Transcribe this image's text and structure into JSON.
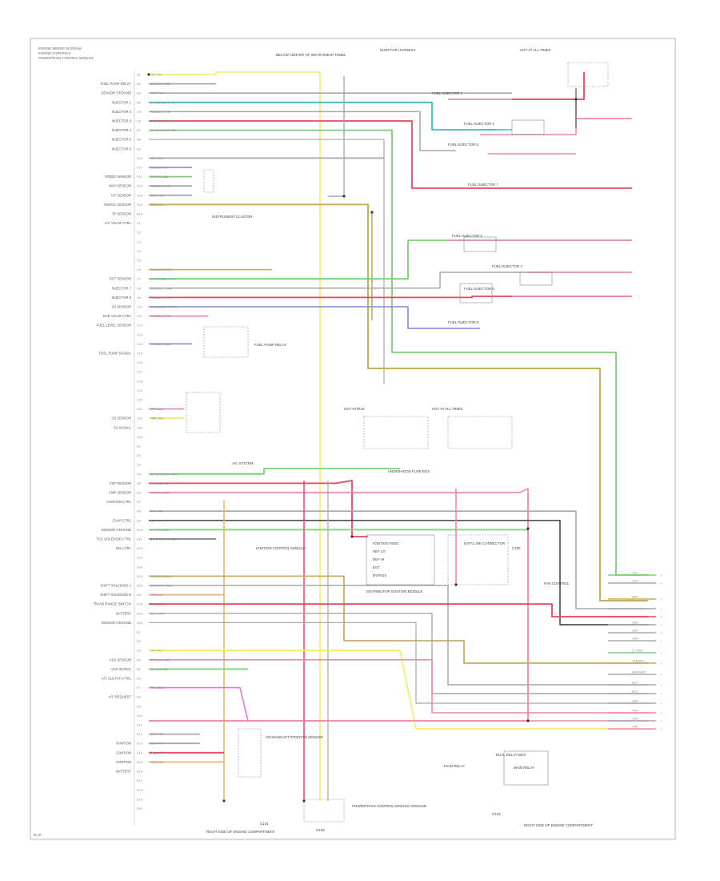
{
  "header": {
    "line1": "ENGINE WIRING DIAGRAM",
    "line2": "ENGINE CONTROLS",
    "line3": "POWERTRAIN CONTROL MODULE"
  },
  "footer": {
    "code": "N-10"
  },
  "colors": {
    "yellow": "#f2ec6a",
    "pink": "#f08aa6",
    "red": "#e8485c",
    "gray": "#a8a8a8",
    "dkgray": "#6e6e6e",
    "teal": "#39bfc0",
    "green": "#79d077",
    "tan": "#c8ad62",
    "blue": "#8f97e6",
    "orange": "#f2b36e",
    "magenta": "#e07ad8",
    "black": "#333333"
  },
  "left_labels": [
    {
      "row": 1,
      "text": "FUEL PUMP RELAY"
    },
    {
      "row": 2,
      "text": "SENSOR GROUND"
    },
    {
      "row": 3,
      "text": "INJECTOR 1"
    },
    {
      "row": 4,
      "text": "INJECTOR 2"
    },
    {
      "row": 5,
      "text": "INJECTOR 3"
    },
    {
      "row": 6,
      "text": "INJECTOR 4"
    },
    {
      "row": 7,
      "text": "INJECTOR 5"
    },
    {
      "row": 8,
      "text": "INJECTOR 6"
    },
    {
      "row": 11,
      "text": "SPEED SENSOR"
    },
    {
      "row": 12,
      "text": "MAP SENSOR"
    },
    {
      "row": 13,
      "text": "IAT SENSOR"
    },
    {
      "row": 14,
      "text": "KNOCK SENSOR"
    },
    {
      "row": 15,
      "text": "TP SENSOR"
    },
    {
      "row": 16,
      "text": "IAC VALVE CTRL"
    },
    {
      "row": 22,
      "text": "ECT SENSOR"
    },
    {
      "row": 23,
      "text": "INJECTOR 7"
    },
    {
      "row": 24,
      "text": "INJECTOR 8"
    },
    {
      "row": 25,
      "text": "O2 SENSOR"
    },
    {
      "row": 26,
      "text": "EGR VALVE CTRL"
    },
    {
      "row": 27,
      "text": "FUEL LEVEL SENSOR"
    },
    {
      "row": 30,
      "text": "FUEL PUMP SIGNAL"
    },
    {
      "row": 37,
      "text": "O2 SENSOR"
    },
    {
      "row": 38,
      "text": "O2 SIGNAL"
    },
    {
      "row": 44,
      "text": "CKP SENSOR"
    },
    {
      "row": 45,
      "text": "CMP SENSOR"
    },
    {
      "row": 46,
      "text": "IGNITION CTRL"
    },
    {
      "row": 48,
      "text": "EVAP CTRL"
    },
    {
      "row": 49,
      "text": "SENSOR GROUND"
    },
    {
      "row": 50,
      "text": "TCC SOLENOID CTRL"
    },
    {
      "row": 51,
      "text": "MIL CTRL"
    },
    {
      "row": 55,
      "text": "SHIFT SOLENOID A"
    },
    {
      "row": 56,
      "text": "SHIFT SOLENOID B"
    },
    {
      "row": 57,
      "text": "TRANS RANGE SWITCH"
    },
    {
      "row": 58,
      "text": "BATTERY"
    },
    {
      "row": 59,
      "text": "SENSOR GROUND"
    },
    {
      "row": 63,
      "text": "VSS SENSOR"
    },
    {
      "row": 64,
      "text": "VSS SIGNAL"
    },
    {
      "row": 65,
      "text": "A/C CLUTCH CTRL"
    },
    {
      "row": 67,
      "text": "A/C REQUEST"
    },
    {
      "row": 72,
      "text": "IGNITION"
    },
    {
      "row": 73,
      "text": "IGNITION"
    },
    {
      "row": 74,
      "text": "IGNITION"
    },
    {
      "row": 75,
      "text": "BATTERY"
    }
  ],
  "wire_codes": [
    {
      "row": 0,
      "text": "YEL 470"
    },
    {
      "row": 1,
      "text": "BLK/WHT 452"
    },
    {
      "row": 2,
      "text": "GRY 416"
    },
    {
      "row": 3,
      "text": "LT BLU/BLK 1746"
    },
    {
      "row": 4,
      "text": "TAN/BLK 1745"
    },
    {
      "row": 5,
      "text": "PNK/BLK 1747"
    },
    {
      "row": 6,
      "text": "DK GRN/WHT 465"
    },
    {
      "row": 9,
      "text": "GRY 420"
    },
    {
      "row": 10,
      "text": "DK BLU 496"
    },
    {
      "row": 11,
      "text": "DK GRN 635"
    },
    {
      "row": 12,
      "text": "TAN/BLK 1710"
    },
    {
      "row": 13,
      "text": "WHT 121"
    },
    {
      "row": 14,
      "text": "BRN 419"
    },
    {
      "row": 21,
      "text": "TAN/WHT 1787"
    },
    {
      "row": 22,
      "text": "LT GRN/BLK 1744"
    },
    {
      "row": 23,
      "text": "BLK/WHT 1748"
    },
    {
      "row": 24,
      "text": "PNK/BLK 1744"
    },
    {
      "row": 25,
      "text": "DK BLU/WHT 1743"
    },
    {
      "row": 26,
      "text": "PNK/BLU 1749"
    },
    {
      "row": 29,
      "text": "PNK/BLU 1589"
    },
    {
      "row": 36,
      "text": "PPL 1161"
    },
    {
      "row": 37,
      "text": "TAN 1162"
    },
    {
      "row": 43,
      "text": "DK GRN/WHT 1804"
    },
    {
      "row": 44,
      "text": "PNK/BLK 639"
    },
    {
      "row": 45,
      "text": "PNK/BLU 639"
    },
    {
      "row": 47,
      "text": "GRY 429"
    },
    {
      "row": 48,
      "text": "BLK 1749"
    },
    {
      "row": 49,
      "text": "LT GRN 1222"
    },
    {
      "row": 50,
      "text": "DK GRN/WHT 1227"
    },
    {
      "row": 54,
      "text": "YEL/BLK 1223"
    },
    {
      "row": 55,
      "text": "BRN/WHT 1222"
    },
    {
      "row": 56,
      "text": "ORN 340"
    },
    {
      "row": 57,
      "text": "RED 1228"
    },
    {
      "row": 58,
      "text": "BLK 1709"
    },
    {
      "row": 62,
      "text": "YEL 401"
    },
    {
      "row": 63,
      "text": "PPL/WHT 400"
    },
    {
      "row": 64,
      "text": "DK GRN 459"
    },
    {
      "row": 66,
      "text": "PPL 1360"
    },
    {
      "row": 71,
      "text": "GRY 473"
    },
    {
      "row": 72,
      "text": "GRY 474"
    },
    {
      "row": 73,
      "text": "RED 440"
    },
    {
      "row": 74,
      "text": "ORN 340"
    }
  ],
  "right_labels": [
    "YEL",
    "GRY",
    "BRN",
    "",
    "",
    "RED",
    "GRY",
    "WHT",
    "LT GRN",
    "TAN/BLK",
    "BRN/WHT",
    "BLK",
    "BLK",
    "GRY",
    "PNK",
    "GRY",
    "PNK"
  ],
  "callouts": [
    {
      "id": "injector-harness-top",
      "text": "INJECTOR HARNESS"
    },
    {
      "id": "instrument-cluster",
      "text": "INSTRUMENT CLUSTER"
    },
    {
      "id": "top-fuse-note",
      "text": "BELOW CENTER OF INSTRUMENT PANEL"
    },
    {
      "id": "fuse-box-label",
      "text": "UNDERHOOD FUSE BOX"
    },
    {
      "id": "right-top-block",
      "text": "HOT AT ALL TIMES"
    },
    {
      "id": "mid-block-a",
      "text": "HOT IN RUN"
    },
    {
      "id": "mid-block-b",
      "text": "HOT AT ALL TIMES"
    },
    {
      "id": "fuel-pump-relay",
      "text": "FUEL PUMP RELAY"
    },
    {
      "id": "ckp-sensor",
      "text": "CRANKSHAFT POSITION SENSOR"
    },
    {
      "id": "data-link",
      "text": "DATA LINK CONNECTOR"
    },
    {
      "id": "ac-system",
      "text": "A/C SYSTEM"
    },
    {
      "id": "dist-module",
      "text": "DISTRIBUTOR IGNITION MODULE"
    },
    {
      "id": "ignition-module",
      "text": "IGNITION CONTROL MODULE"
    },
    {
      "id": "bottom-box",
      "text": "POWERTRAIN CONTROL MODULE GROUND"
    },
    {
      "id": "ground-left",
      "text": "RIGHT SIDE OF ENGINE COMPARTMENT"
    },
    {
      "id": "ground-right",
      "text": "RIGHT SIDE OF ENGINE COMPARTMENT"
    },
    {
      "id": "relay-right",
      "text": "MAIN RELAY"
    },
    {
      "id": "fan-label",
      "text": "FAN CONTROL"
    }
  ],
  "module_box_lines": [
    "IGNITION FEED",
    "REF LO",
    "REF HI",
    "EST",
    "BYPASS"
  ],
  "connector_label": "C100",
  "relay_inner": "MAIN RELAY",
  "bottom_relay_label": "DUAL RELAY BOX",
  "ground_labels": [
    "G101",
    "G102",
    "G103"
  ],
  "injector_labels": [
    "FUEL INJECTOR 1",
    "FUEL INJECTOR 3",
    "FUEL INJECTOR 5",
    "FUEL INJECTOR 7",
    "FUEL INJECTOR 2",
    "FUEL INJECTOR 4",
    "FUEL INJECTOR 6",
    "FUEL INJECTOR 8"
  ]
}
